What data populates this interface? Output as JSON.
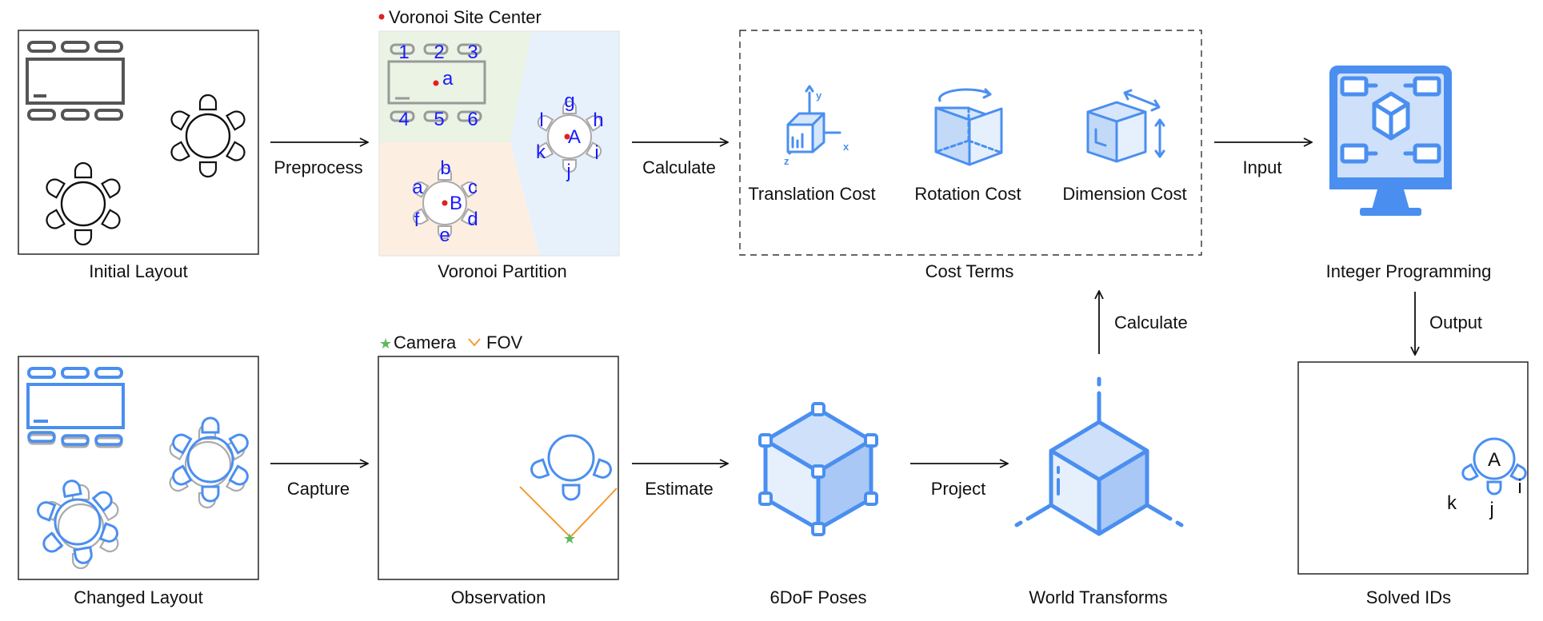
{
  "initial_layout": {
    "caption": "Initial Layout"
  },
  "preprocess_label": "Preprocess",
  "voronoi": {
    "caption": "Voronoi Partition",
    "legend": "Voronoi Site Center",
    "chairs_top": [
      "1",
      "2",
      "3"
    ],
    "chairs_bottom": [
      "4",
      "5",
      "6"
    ],
    "site_a": "a",
    "table_a": {
      "center": "A",
      "chairs": [
        "g",
        "h",
        "i",
        "j",
        "k",
        "l"
      ]
    },
    "table_b": {
      "center": "B",
      "chairs": [
        "a",
        "b",
        "c",
        "d",
        "e",
        "f"
      ]
    },
    "colors": {
      "region_rect": "#eaf3e4",
      "region_b": "#fdeee2",
      "region_a": "#e6f1fc",
      "site": "#e02020",
      "labels": "#1a1aff"
    }
  },
  "calculate_label_top": "Calculate",
  "cost_terms": {
    "caption": "Cost Terms",
    "items": [
      "Translation Cost",
      "Rotation Cost",
      "Dimension Cost"
    ]
  },
  "input_label": "Input",
  "integer_programming": {
    "caption": "Integer Programming"
  },
  "output_label": "Output",
  "changed_layout": {
    "caption": "Changed Layout"
  },
  "capture_label": "Capture",
  "observation": {
    "caption": "Observation",
    "legend_camera": "Camera",
    "legend_fov": "FOV",
    "colors": {
      "camera": "#5cb85c",
      "fov": "#f39c34"
    }
  },
  "estimate_label": "Estimate",
  "poses": {
    "caption": "6DoF Poses"
  },
  "project_label": "Project",
  "world": {
    "caption": "World Transforms"
  },
  "calculate_label_mid": "Calculate",
  "solved": {
    "caption": "Solved IDs",
    "center": "A",
    "chairs": [
      "k",
      "j",
      "i"
    ]
  },
  "accent_color": "#4a8ff0"
}
